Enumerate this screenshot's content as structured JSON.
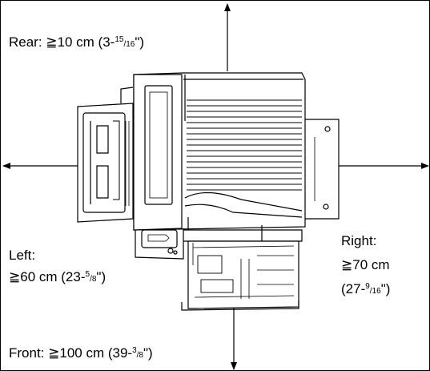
{
  "labels": {
    "rear": {
      "prefix": "Rear: ≧10 cm (3-",
      "num": "15",
      "den": "16",
      "suffix": "\")"
    },
    "front": {
      "prefix": "Front: ≧100 cm (39-",
      "num": "3",
      "den": "8",
      "suffix": "\")"
    },
    "left": {
      "title": "Left:",
      "prefix": "≧60 cm (23-",
      "num": "5",
      "den": "8",
      "suffix": "\")"
    },
    "right": {
      "title": "Right:",
      "line2": "≧70 cm",
      "prefix": "(27-",
      "num": "9",
      "den": "16",
      "suffix": "\")"
    }
  },
  "colors": {
    "stroke": "#000000",
    "background": "#ffffff"
  },
  "icons": [
    "printer-drawing",
    "arrow-up-icon",
    "arrow-down-icon",
    "arrow-left-icon",
    "arrow-right-icon"
  ]
}
